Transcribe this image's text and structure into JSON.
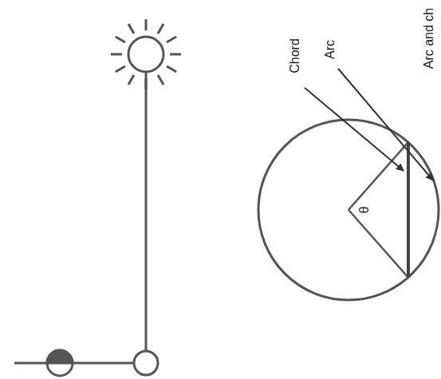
{
  "diagram": {
    "labels": [
      "Chord",
      "Arc",
      "θ",
      "Arc and ch"
    ]
  }
}
